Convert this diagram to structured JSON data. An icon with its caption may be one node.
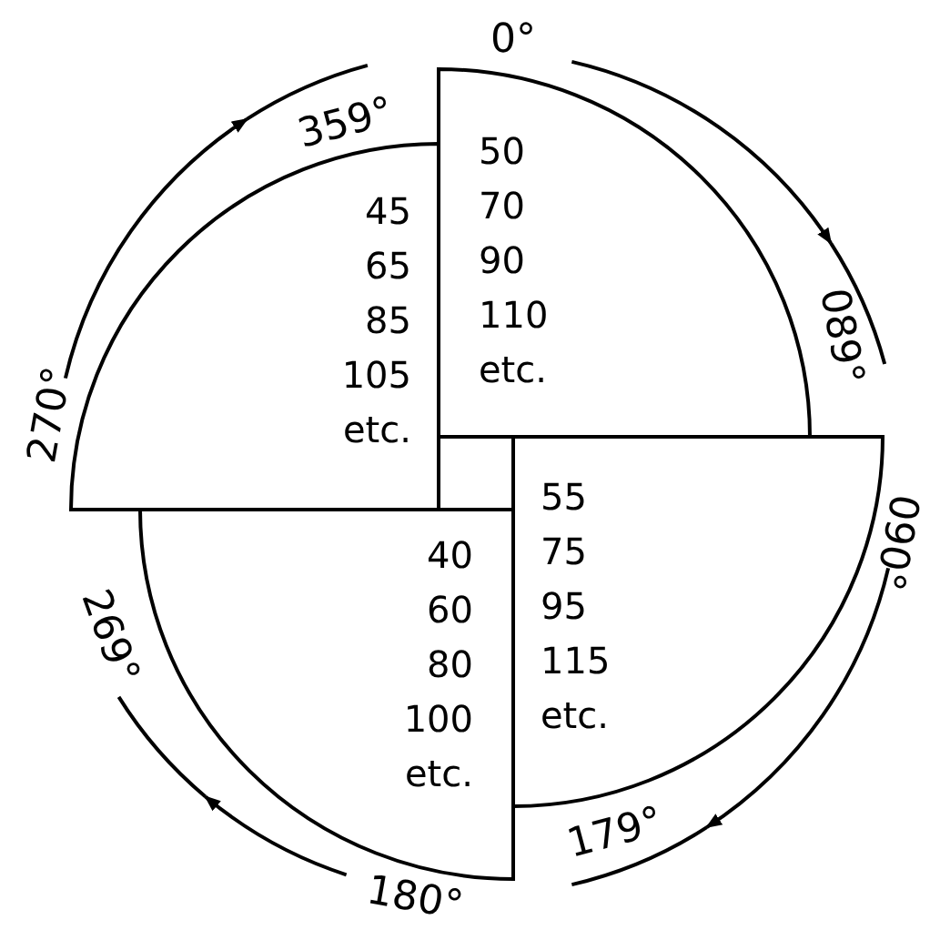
{
  "diagram": {
    "nodes": [
      {
        "text": [
          "45 65 85 105 etc."
        ]
      },
      {
        "text": [
          "50 70 90 110 etc."
        ]
      },
      {
        "text": [
          "40 60 80 100 etc."
        ]
      },
      {
        "text": [
          "55 75 95 115 etc."
        ]
      }
    ],
    "labels": [
      "0°",
      "359°",
      "089°",
      "270°",
      "090°",
      "269°",
      "179°",
      "180°"
    ]
  }
}
